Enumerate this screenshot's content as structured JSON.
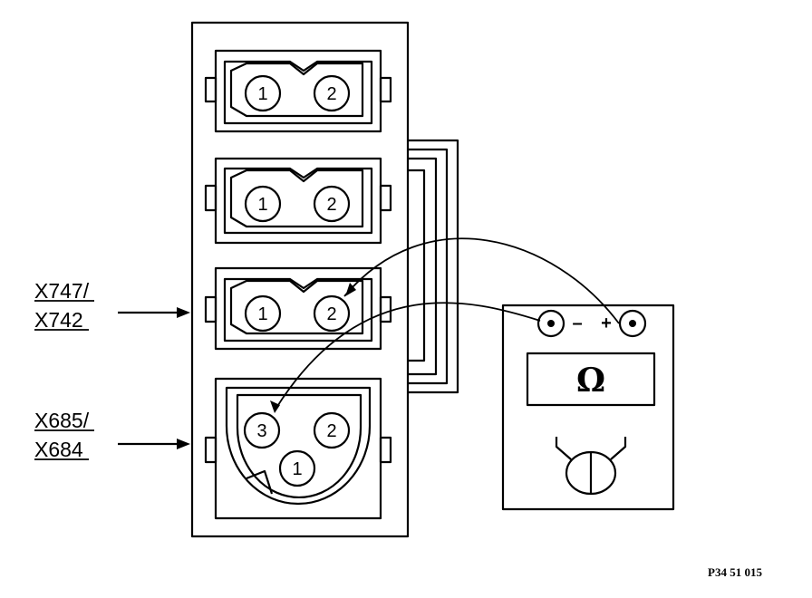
{
  "labels": {
    "connector_a_line1": "X747/",
    "connector_a_line2": "X742",
    "connector_b_line1": "X685/",
    "connector_b_line2": "X684"
  },
  "sockets": [
    {
      "pins": [
        "1",
        "2"
      ]
    },
    {
      "pins": [
        "1",
        "2"
      ]
    },
    {
      "pins": [
        "1",
        "2"
      ]
    },
    {
      "pins": [
        "3",
        "2",
        "1"
      ]
    }
  ],
  "meter": {
    "minus": "–",
    "plus": "+",
    "symbol": "Ω",
    "icon": "ohmmeter-selector-icon"
  },
  "figure_ref": "P34 51 015"
}
